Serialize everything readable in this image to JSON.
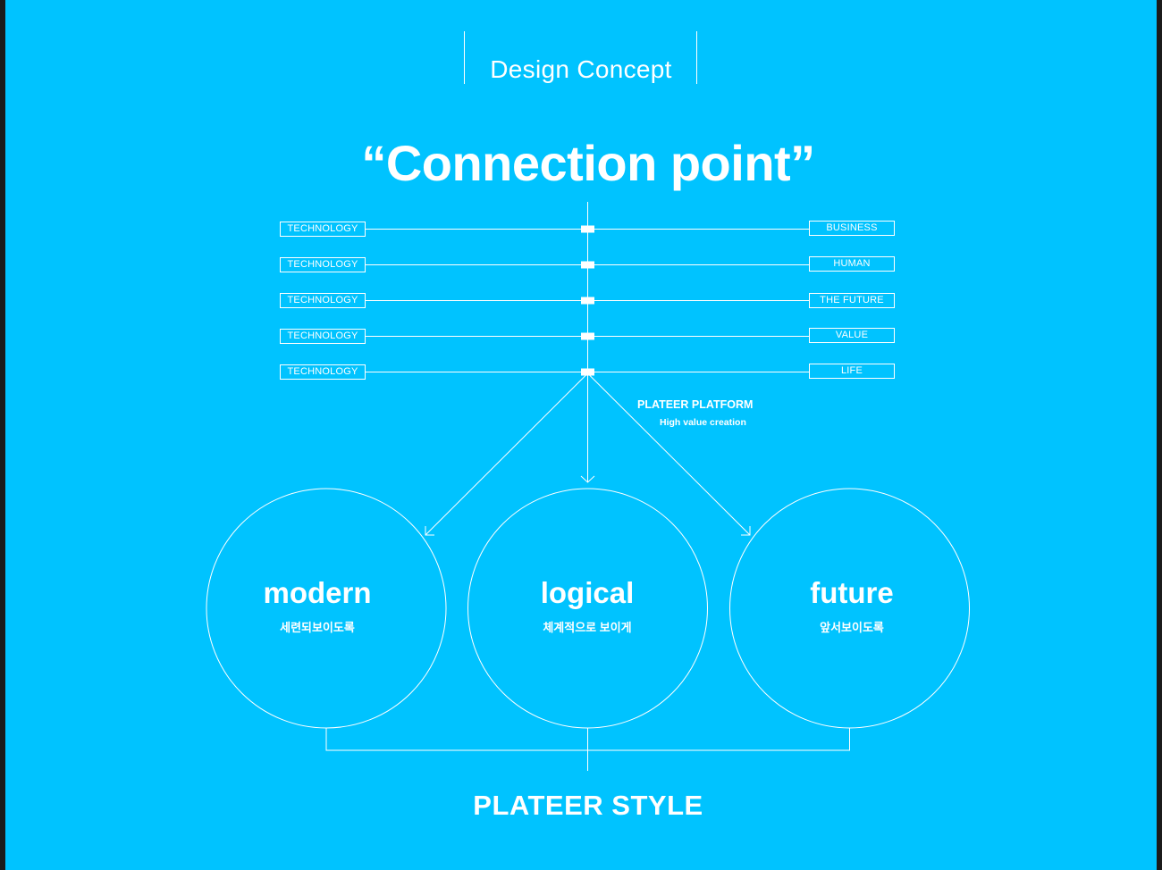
{
  "header": {
    "section_title": "Design Concept",
    "headline": "“Connection point”"
  },
  "connections": [
    {
      "left": "TECHNOLOGY",
      "right": "BUSINESS"
    },
    {
      "left": "TECHNOLOGY",
      "right": "HUMAN"
    },
    {
      "left": "TECHNOLOGY",
      "right": "THE FUTURE"
    },
    {
      "left": "TECHNOLOGY",
      "right": "VALUE"
    },
    {
      "left": "TECHNOLOGY",
      "right": "LIFE"
    }
  ],
  "platform": {
    "title": "PLATEER PLATFORM",
    "subtitle": "High value creation"
  },
  "concepts": [
    {
      "title": "modern",
      "subtitle": "세련되보이도록"
    },
    {
      "title": "logical",
      "subtitle": "체계적으로 보이게"
    },
    {
      "title": "future",
      "subtitle": "앞서보이도록"
    }
  ],
  "footer": {
    "label": "PLATEER STYLE"
  },
  "colors": {
    "background": "#00c3ff",
    "line": "#ffffff",
    "frame": "#1b1b1b"
  }
}
